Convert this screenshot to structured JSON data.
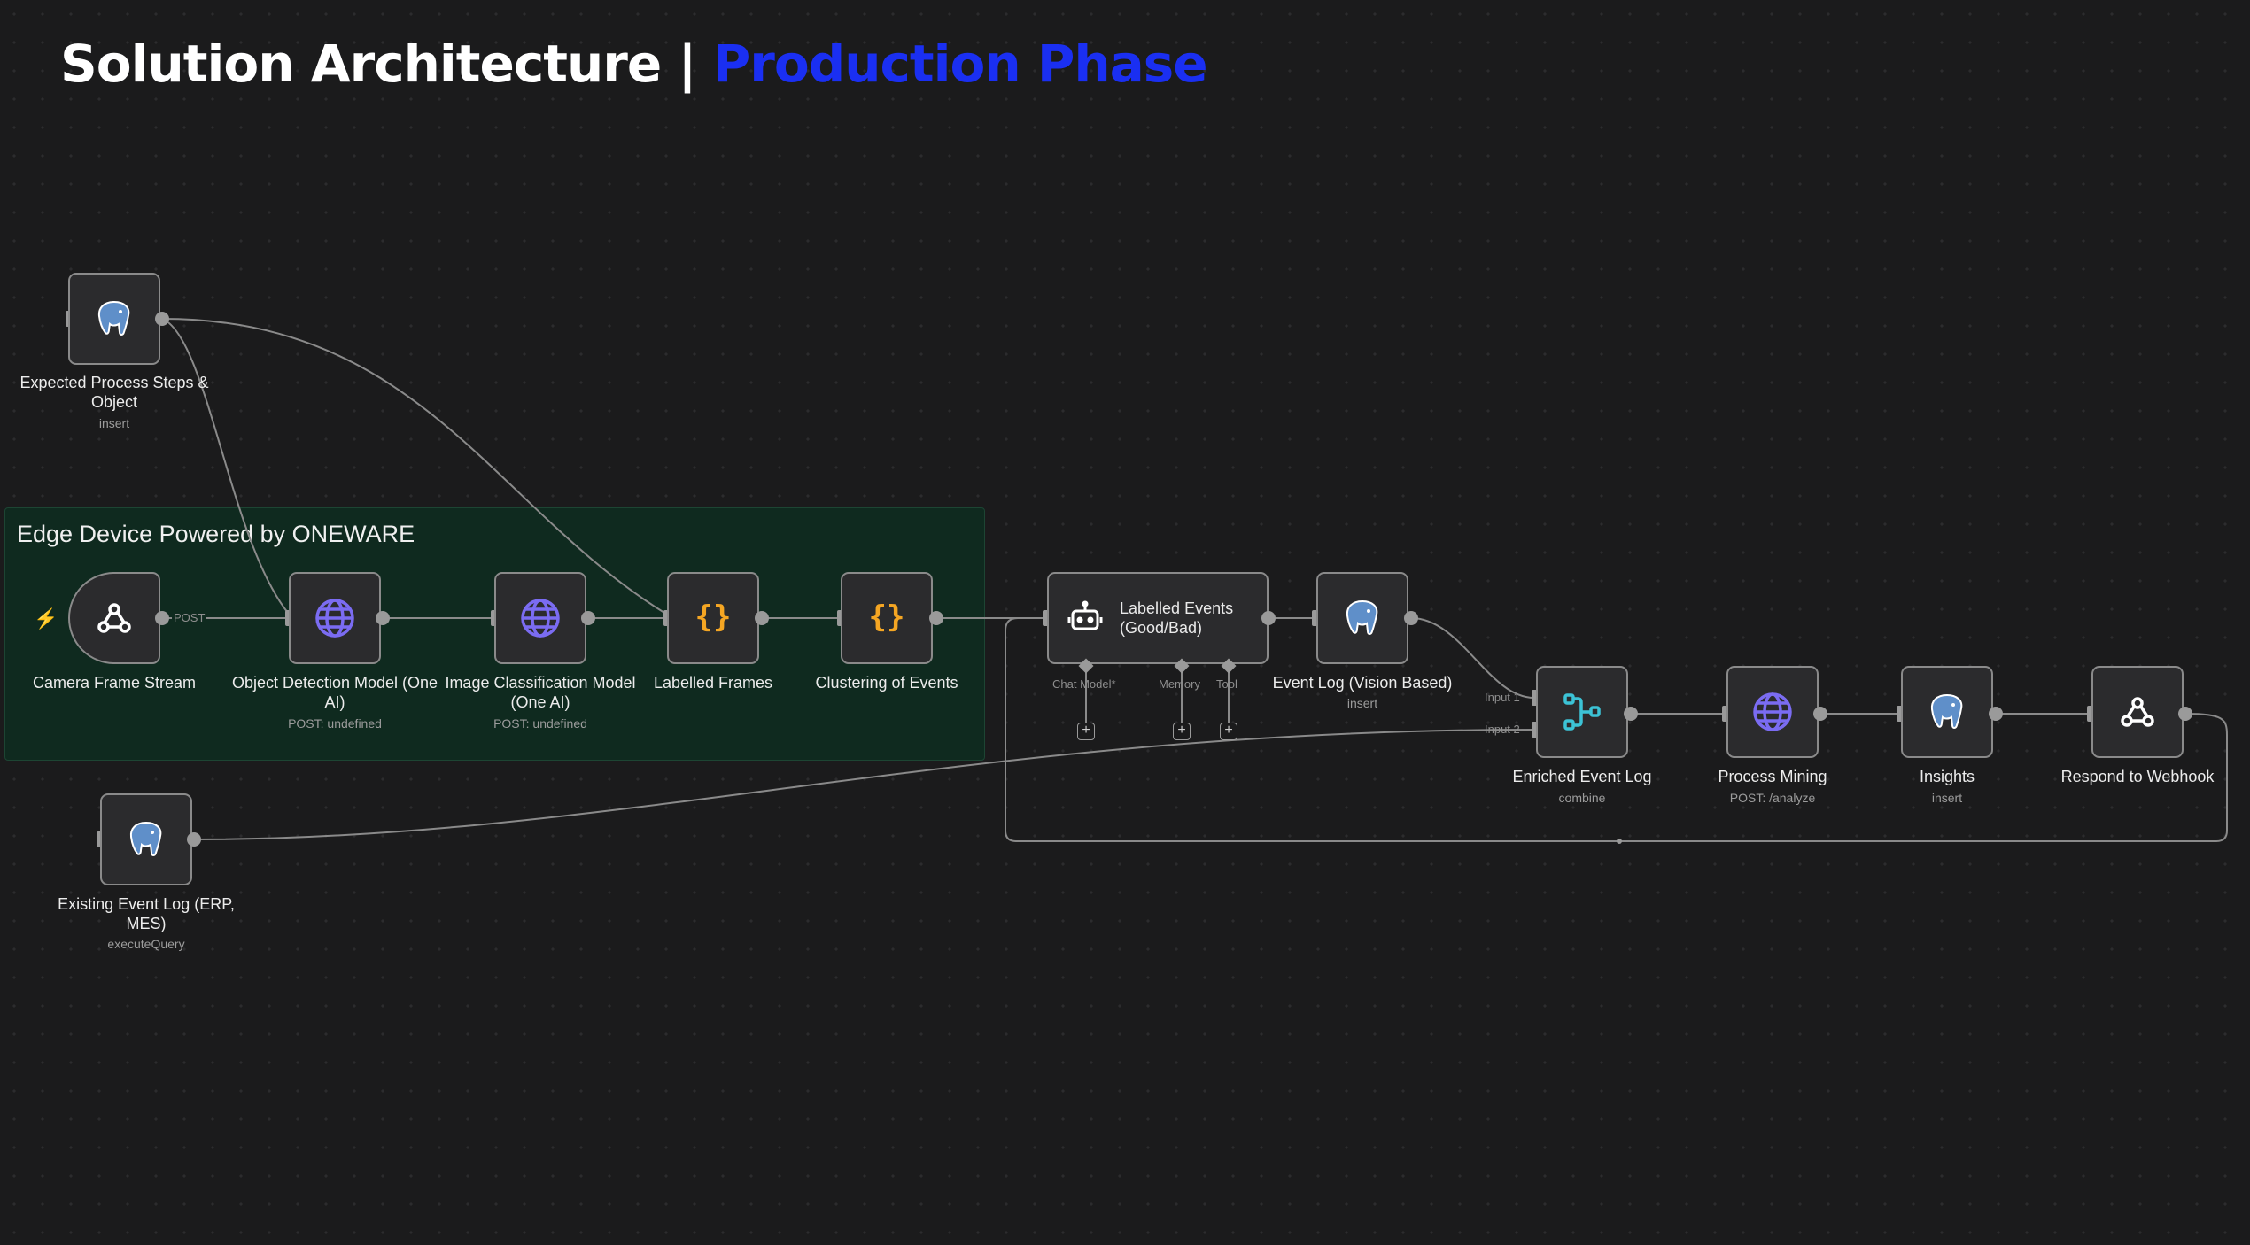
{
  "title": {
    "main": "Solution Architecture | ",
    "highlight": "Production Phase"
  },
  "group": {
    "title": "Edge Device Powered by ONEWARE"
  },
  "nodes": {
    "expected_steps": {
      "label": "Expected Process Steps & Object",
      "sub": "insert",
      "icon": "postgres-elephant-icon"
    },
    "camera": {
      "label": "Camera Frame Stream",
      "icon": "webhook-icon",
      "edge_label": "POST"
    },
    "object_detection": {
      "label": "Object Detection Model (One AI)",
      "sub": "POST: undefined",
      "icon": "globe-icon"
    },
    "image_classification": {
      "label": "Image Classification Model (One AI)",
      "sub": "POST: undefined",
      "icon": "globe-icon"
    },
    "labelled_frames": {
      "label": "Labelled Frames",
      "icon": "code-braces-icon"
    },
    "clustering": {
      "label": "Clustering of Events",
      "icon": "code-braces-icon"
    },
    "labelled_events": {
      "label": "Labelled Events (Good/Bad)",
      "icon": "robot-icon",
      "ports": [
        "Chat Model*",
        "Memory",
        "Tool"
      ]
    },
    "event_log": {
      "label": "Event Log (Vision Based)",
      "sub": "insert",
      "icon": "postgres-elephant-icon"
    },
    "existing_log": {
      "label": "Existing Event Log (ERP, MES)",
      "sub": "executeQuery",
      "icon": "postgres-elephant-icon"
    },
    "enriched": {
      "label": "Enriched Event Log",
      "sub": "combine",
      "icon": "merge-icon",
      "inputs": [
        "Input 1",
        "Input 2"
      ]
    },
    "process_mining": {
      "label": "Process Mining",
      "sub": "POST: /analyze",
      "icon": "globe-icon"
    },
    "insights": {
      "label": "Insights",
      "sub": "insert",
      "icon": "postgres-elephant-icon"
    },
    "respond": {
      "label": "Respond to Webhook",
      "icon": "webhook-icon"
    }
  },
  "colors": {
    "background": "#1b1b1c",
    "group_fill": "#0f2a1f",
    "title_highlight": "#1a2ff2",
    "globe": "#7b6cf2",
    "braces": "#f5a623",
    "merge": "#3cc3d6",
    "postgres": "#5f8fc9",
    "trigger_bolt": "#ff6d2e"
  }
}
